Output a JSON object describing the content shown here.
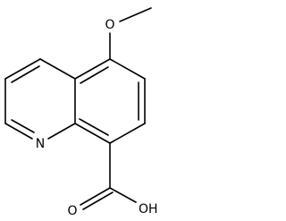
{
  "molecule": {
    "atoms": {
      "methoxy_oxygen": "O",
      "ring_nitrogen": "N",
      "acid_oxygen": "O",
      "hydroxyl": "OH"
    }
  },
  "colors": {
    "bond": "#000000",
    "background": "#ffffff"
  }
}
